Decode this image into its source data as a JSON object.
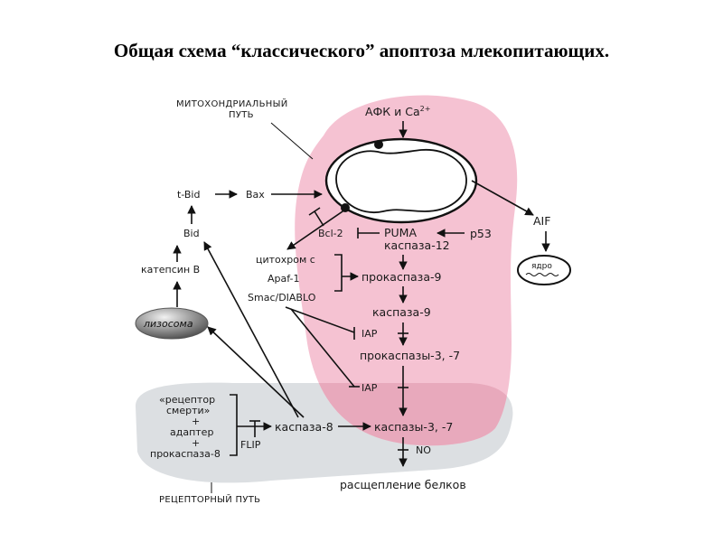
{
  "title": "Общая схема “классического” апоптоза  млекопитающих.",
  "labels": {
    "mito_path": [
      "МИТОХОНДРИАЛЬНЫЙ",
      "ПУТЬ"
    ],
    "receptor_path": "РЕЦЕПТОРНЫЙ ПУТЬ",
    "afk": "АФК и Ca",
    "afk_sup": "2+",
    "t_bid": "t-Bid",
    "bax": "Bax",
    "bid": "Bid",
    "cathepsin": "катепсин B",
    "lysosome": "лизосома",
    "bcl2": "Bcl-2",
    "puma": "PUMA",
    "p53": "p53",
    "caspase12": "каспаза-12",
    "cytochrome": "цитохром c",
    "apaf": "Apaf-1",
    "smac": "Smac/DIABLO",
    "procaspase9": "прокаспаза-9",
    "caspase9": "каспаза-9",
    "iap1": "IAP",
    "procaspase37": "прокаспазы-3, -7",
    "iap2": "IAP",
    "receptor_group": [
      "«рецептор",
      "смерти»",
      "+",
      "адаптер",
      "+",
      "прокаспаза-8"
    ],
    "flip": "FLIP",
    "caspase8": "каспаза-8",
    "caspase37": "каспазы-3, -7",
    "no": "NO",
    "protein_cleavage": "расщепление белков",
    "aif": "AIF",
    "nucleus": "ядро"
  },
  "colors": {
    "mito_region": "#f5c2d2",
    "receptor_region": "#dcdfe2",
    "overlap_region": "#e8a9bc",
    "lysosome_dark": "#555555",
    "lysosome_light": "#f2f2f2"
  }
}
